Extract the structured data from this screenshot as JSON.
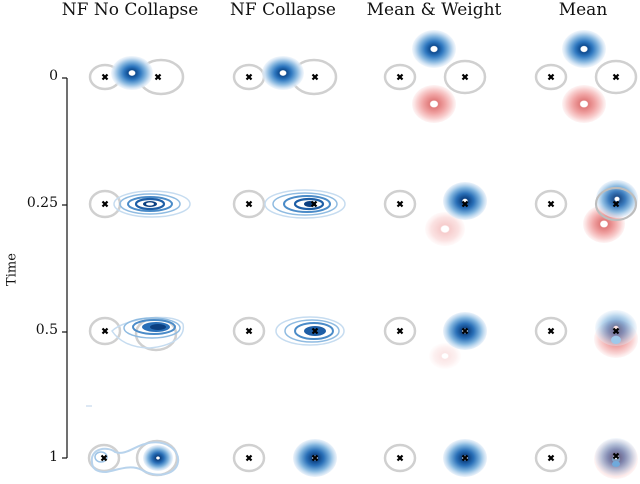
{
  "chart_data": {
    "type": "contour-grid",
    "title": "",
    "ylabel": "Time",
    "xlabel": "",
    "columns": [
      "NF No Collapse",
      "NF Collapse",
      "Mean & Weight",
      "Mean"
    ],
    "rows": [
      "0",
      "0.25",
      "0.5",
      "1"
    ],
    "description": "Density contour plots over time for four methods. Gray ellipses mark two target modes (left small, right larger) with black x markers at centers. Blue contours show the learned density; red contours show a second component (Mean & Weight, Mean).",
    "legend": [],
    "panels": [
      {
        "column": "NF No Collapse",
        "time": "0",
        "blue": "between modes, compact",
        "red": null
      },
      {
        "column": "NF Collapse",
        "time": "0",
        "blue": "between modes, compact",
        "red": null
      },
      {
        "column": "Mean & Weight",
        "time": "0",
        "blue": "above center",
        "red": "below center"
      },
      {
        "column": "Mean",
        "time": "0",
        "blue": "above center",
        "red": "below center"
      },
      {
        "column": "NF No Collapse",
        "time": "0.25",
        "blue": "elongated, moving toward right mode",
        "red": null
      },
      {
        "column": "NF Collapse",
        "time": "0.25",
        "blue": "elongated, at right mode",
        "red": null
      },
      {
        "column": "Mean & Weight",
        "time": "0.25",
        "blue": "at right mode",
        "red": "faded, below-left of right mode"
      },
      {
        "column": "Mean",
        "time": "0.25",
        "blue": "at right mode",
        "red": "near right mode, slightly below"
      },
      {
        "column": "NF No Collapse",
        "time": "0.5",
        "blue": "elongated with tail to left mode",
        "red": null
      },
      {
        "column": "NF Collapse",
        "time": "0.5",
        "blue": "elongated at right mode",
        "red": null
      },
      {
        "column": "Mean & Weight",
        "time": "0.5",
        "blue": "at right mode",
        "red": "very faded below"
      },
      {
        "column": "Mean",
        "time": "0.5",
        "blue": "at right mode",
        "red": "overlapping right mode"
      },
      {
        "column": "NF No Collapse",
        "time": "1",
        "blue": "bimodal, both modes connected",
        "red": null
      },
      {
        "column": "NF Collapse",
        "time": "1",
        "blue": "at right mode only",
        "red": null
      },
      {
        "column": "Mean & Weight",
        "time": "1",
        "blue": "at right mode",
        "red": null
      },
      {
        "column": "Mean",
        "time": "1",
        "blue": "at right mode",
        "red": "overlapping right mode"
      }
    ],
    "colors": {
      "blue": "#2b6cb0",
      "red": "#e57373",
      "mode_ellipse": "#d0d0d0",
      "marker": "#000000"
    }
  }
}
